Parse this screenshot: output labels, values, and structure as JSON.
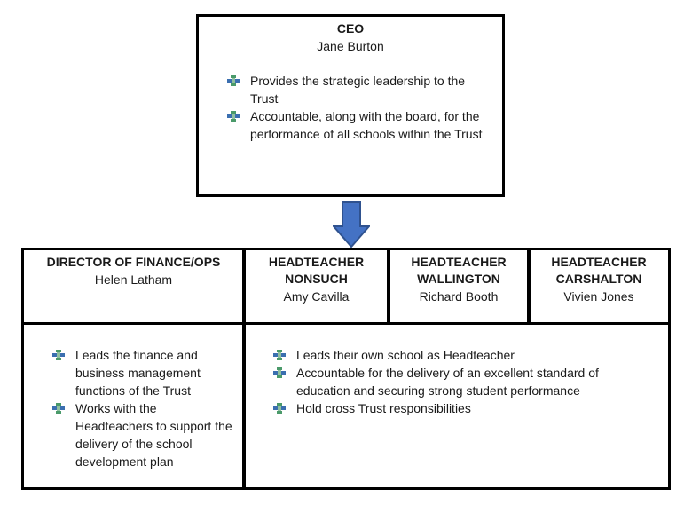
{
  "ceo": {
    "title": "CEO",
    "name": "Jane Burton",
    "bullets": [
      "Provides the strategic leadership to the Trust",
      "Accountable, along with the board, for the performance of all schools within the Trust"
    ]
  },
  "headers": [
    {
      "title": "DIRECTOR OF FINANCE/OPS",
      "name": "Helen Latham"
    },
    {
      "title": "HEADTEACHER NONSUCH",
      "name": "Amy Cavilla"
    },
    {
      "title": "HEADTEACHER WALLINGTON",
      "name": "Richard Booth"
    },
    {
      "title": "HEADTEACHER CARSHALTON",
      "name": "Vivien Jones"
    }
  ],
  "finance": {
    "bullets": [
      "Leads the finance and business management functions of the Trust",
      "Works with the Headteachers to support the delivery of the school development plan"
    ]
  },
  "headteachers": {
    "bullets": [
      "Leads their own school as Headteacher",
      "Accountable for the delivery of an excellent standard of education and securing strong student performance",
      "Hold cross Trust responsibilities"
    ]
  },
  "colors": {
    "arrow": "#4472c4",
    "arrow_border": "#2f528f",
    "bullet_green": "#4a9a6a",
    "bullet_blue": "#3b6fb0"
  }
}
